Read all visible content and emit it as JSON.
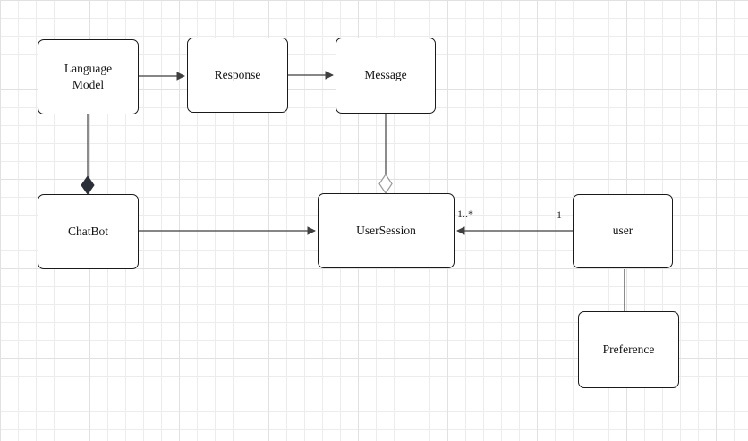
{
  "nodes": {
    "language_model": {
      "label": "Language Model"
    },
    "response": {
      "label": "Response"
    },
    "message": {
      "label": "Message"
    },
    "chatbot": {
      "label": "ChatBot"
    },
    "user_session": {
      "label": "UserSession"
    },
    "user": {
      "label": "user"
    },
    "preference": {
      "label": "Preference"
    }
  },
  "edges": {
    "languagemodel_to_response": {
      "type": "directed-arrow"
    },
    "response_to_message": {
      "type": "directed-arrow"
    },
    "languagemodel_to_chatbot": {
      "type": "composition-filled-diamond"
    },
    "message_to_usersession": {
      "type": "aggregation-hollow-diamond"
    },
    "chatbot_to_usersession": {
      "type": "directed-arrow"
    },
    "user_to_usersession": {
      "type": "directed-arrow",
      "target_multiplicity": "1..*",
      "source_multiplicity": "1"
    },
    "user_to_preference": {
      "type": "association-line"
    }
  },
  "colors": {
    "canvas_bg": "#ffffff",
    "grid_minor": "#ececec",
    "grid_major": "#e1e1e1",
    "node_fill": "#ffffff",
    "node_border": "#1a1a1a",
    "edge_stroke": "#3f3f3f",
    "composition_diamond_fill": "#2b2f38",
    "aggregation_diamond_stroke": "#9a9a9a"
  }
}
